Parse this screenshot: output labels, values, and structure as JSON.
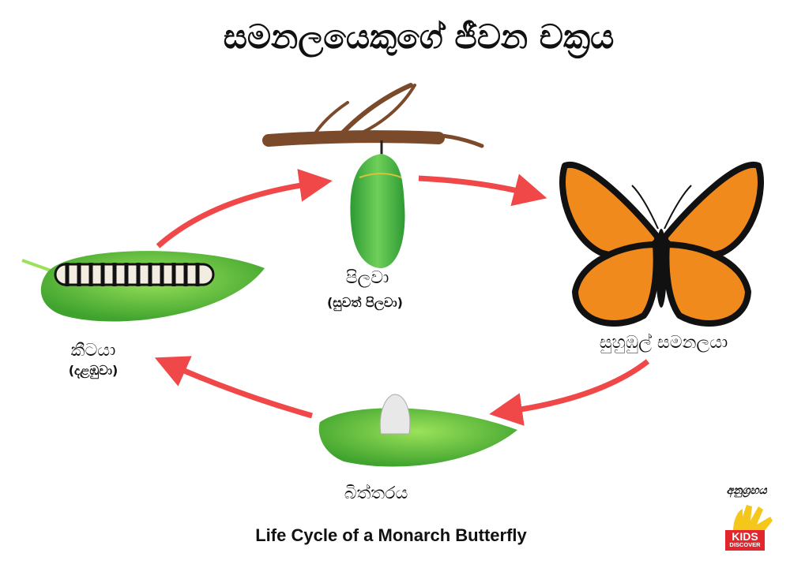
{
  "title": "සමනලයෙකුගේ ජීවන චක්‍රය",
  "stages": {
    "pupa": {
      "label": "පිලවා",
      "sub": "(සුවත් පිලවා)"
    },
    "larva": {
      "label": "කීටයා",
      "sub": "(දළඹුවා)"
    },
    "adult": {
      "label": "සුහුඹුල් සමනලයා"
    },
    "egg": {
      "label": "බිත්තරය"
    }
  },
  "caption": "Life Cycle of a Monarch Butterfly",
  "credit": {
    "label": "අනුග්‍රහය",
    "logo_line1": "KIDS",
    "logo_line2": "DISCOVER"
  },
  "colors": {
    "arrow": "#f04848",
    "leaf": "#5cbf3a",
    "chrysalis": "#3fae3a",
    "wing": "#f08a1c",
    "branch": "#7a4a2a"
  }
}
